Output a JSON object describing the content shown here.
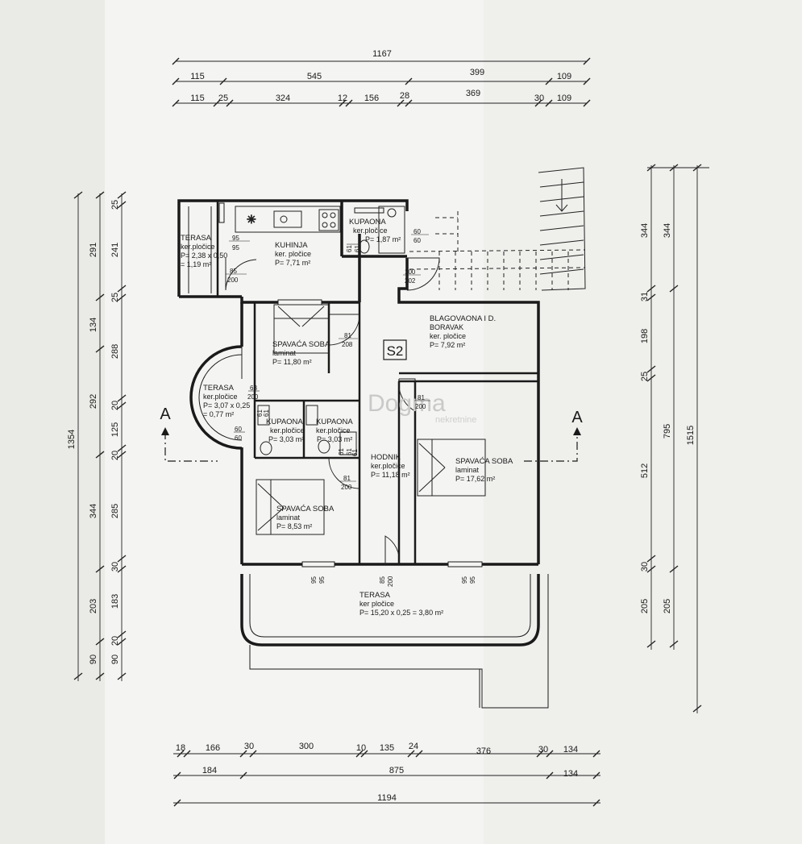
{
  "unit_label": "S2",
  "watermark": {
    "name": "Dogma",
    "subtitle": "nekretnine"
  },
  "section_marks": [
    "A",
    "A"
  ],
  "top_dimensions": {
    "row1": [
      "1167"
    ],
    "row2": [
      "115",
      "545",
      "399",
      "109"
    ],
    "row3": [
      "115",
      "25",
      "324",
      "12",
      "156",
      "28",
      "369",
      "30",
      "109"
    ]
  },
  "bottom_dimensions": {
    "row1": [
      "18",
      "166",
      "30",
      "300",
      "10",
      "135",
      "24",
      "376",
      "30",
      "134"
    ],
    "row2": [
      "184",
      "875",
      "134"
    ],
    "row3": [
      "1194"
    ]
  },
  "left_dimensions": {
    "outer": [
      "1354"
    ],
    "middle": [
      "291",
      "134",
      "292",
      "344",
      "203",
      "90"
    ],
    "inner": [
      "25",
      "241",
      "25",
      "288",
      "20",
      "125",
      "20",
      "285",
      "30",
      "183",
      "20",
      "90"
    ]
  },
  "right_dimensions": {
    "inner": [
      "344",
      "31",
      "198",
      "25",
      "512",
      "30",
      "205"
    ],
    "middle": [
      "344",
      "795",
      "205"
    ],
    "outer": [
      "1515"
    ]
  },
  "rooms": [
    {
      "name": "TERASA",
      "lines": [
        "ker.pločice",
        "P= 2,38 x 0,50",
        "= 1,19 m²"
      ]
    },
    {
      "name": "KUHINJA",
      "lines": [
        "ker. pločice",
        "P= 7,71 m²"
      ]
    },
    {
      "name": "KUPAONA",
      "lines": [
        "ker.pločice",
        "P= 1,87 m²"
      ]
    },
    {
      "name": "SPAVAĆA SOBA",
      "lines": [
        "laminat",
        "P= 11,80 m²"
      ]
    },
    {
      "name": "BLAGOVAONA I D.",
      "lines": [
        "BORAVAK",
        "ker. pločice",
        "P= 7,92 m²"
      ]
    },
    {
      "name": "TERASA",
      "lines": [
        "ker.pločice",
        "P= 3,07 x 0,25",
        "= 0,77 m²"
      ]
    },
    {
      "name": "KUPAONA",
      "lines": [
        "ker.pločice",
        "P= 3,03 m²"
      ]
    },
    {
      "name": "KUPAONA",
      "lines": [
        "ker.pločice",
        "P= 3,03 m²"
      ]
    },
    {
      "name": "HODNIK",
      "lines": [
        "ker.pločice",
        "P= 11,18 m²"
      ]
    },
    {
      "name": "SPAVAĆA SOBA",
      "lines": [
        "laminat",
        "P= 17,62 m²"
      ]
    },
    {
      "name": "SPAVAĆA SOBA",
      "lines": [
        "laminat",
        "P= 8,53 m²"
      ]
    },
    {
      "name": "TERASA",
      "lines": [
        "ker pločice",
        "P= 15,20 x 0,25 = 3,80 m²"
      ]
    }
  ],
  "openings": [
    {
      "w": "95",
      "h": "95"
    },
    {
      "w": "85",
      "h": "200"
    },
    {
      "w": "61",
      "h": "61"
    },
    {
      "w": "60",
      "h": "60"
    },
    {
      "w": "100",
      "h": "202"
    },
    {
      "w": "81",
      "h": "208"
    },
    {
      "w": "63",
      "h": "200"
    },
    {
      "w": "81",
      "h": "200"
    },
    {
      "w": "60",
      "h": "60"
    },
    {
      "w": "61",
      "h": "61"
    },
    {
      "w": "61",
      "h": "61"
    },
    {
      "w": "61",
      "h": "200"
    },
    {
      "w": "81",
      "h": "200"
    },
    {
      "w": "95",
      "h": "95"
    },
    {
      "w": "85",
      "h": "200"
    },
    {
      "w": "95",
      "h": "95"
    }
  ]
}
